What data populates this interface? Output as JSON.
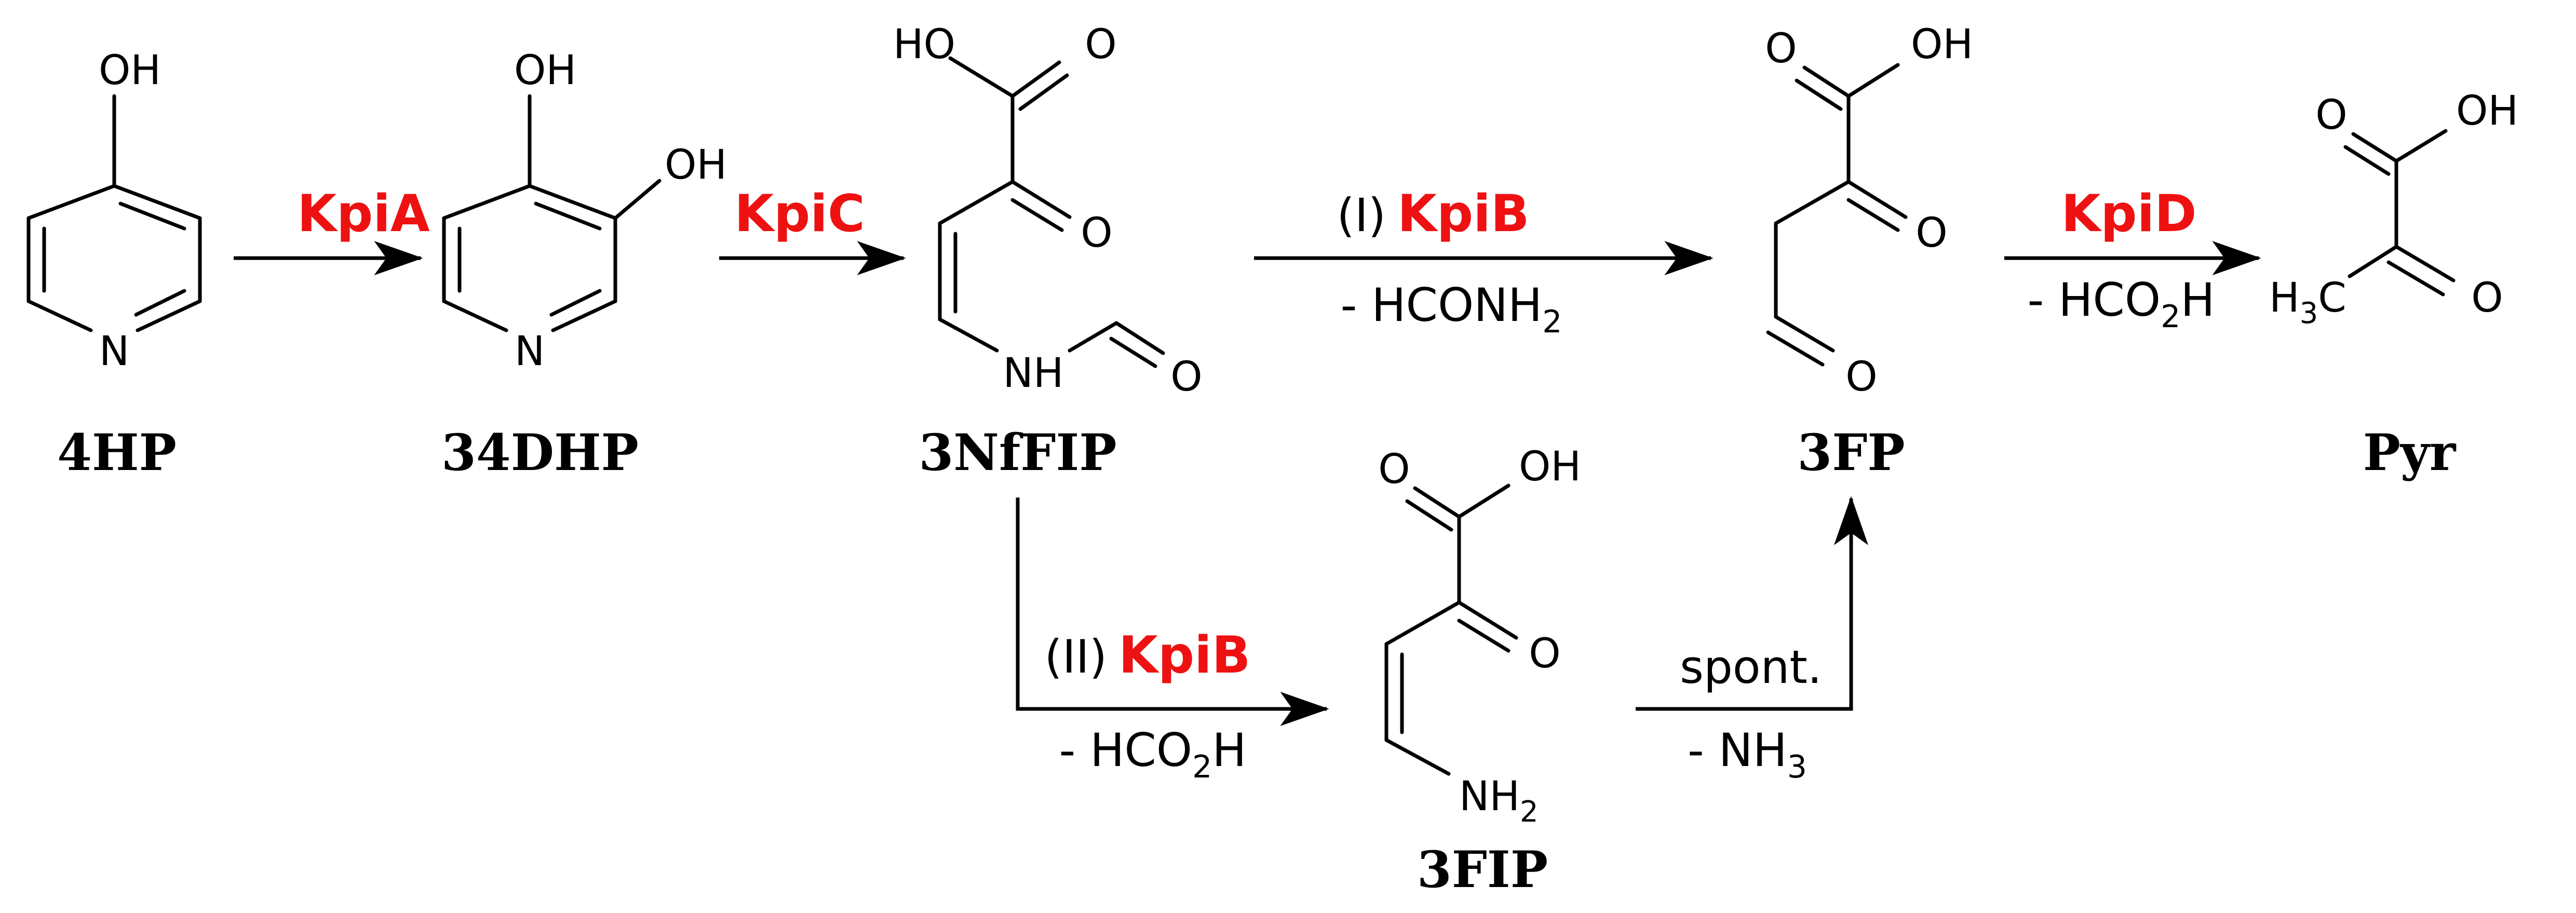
{
  "compounds": {
    "hp4": {
      "name": "4HP",
      "oh": "OH",
      "n": "N"
    },
    "dhp34": {
      "name": "34DHP",
      "oh1": "OH",
      "oh2": "OH",
      "n": "N"
    },
    "nffip": {
      "name": "3NfFIP",
      "ho": "HO",
      "o1": "O",
      "o2": "O",
      "nh": "NH",
      "o3": "O"
    },
    "fp3": {
      "name": "3FP",
      "o1": "O",
      "oh": "OH",
      "o2": "O",
      "o3": "O"
    },
    "pyr": {
      "name": "Pyr",
      "o1": "O",
      "oh": "OH",
      "o2": "O",
      "ch3": "H",
      "ch3_sub": "3",
      "ch3_c": "C"
    },
    "fip3": {
      "name": "3FIP",
      "o1": "O",
      "oh": "OH",
      "o2": "O",
      "nh2": "NH",
      "nh2_sub": "2"
    }
  },
  "steps": {
    "kpiA": {
      "enzyme": "KpiA"
    },
    "kpiC": {
      "enzyme": "KpiC"
    },
    "kpiB_I": {
      "prefix": "(I)",
      "enzyme": "KpiB",
      "byproduct": "- HCONH",
      "byproduct_sub": "2"
    },
    "kpiD": {
      "enzyme": "KpiD",
      "byproduct": "- HCO",
      "byproduct_sub": "2",
      "byproduct_tail": "H"
    },
    "kpiB_II": {
      "prefix": "(II)",
      "enzyme": "KpiB",
      "byproduct": "- HCO",
      "byproduct_sub": "2",
      "byproduct_tail": "H"
    },
    "spont": {
      "label": "spont.",
      "byproduct": "- NH",
      "byproduct_sub": "3"
    }
  },
  "colors": {
    "enzyme": "#ee1111",
    "structure": "#000000"
  }
}
